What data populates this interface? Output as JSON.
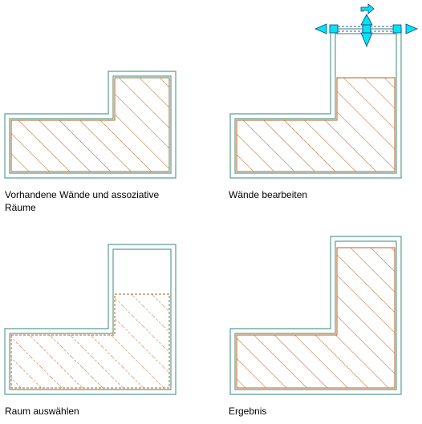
{
  "colors": {
    "wall": "#5a9e94",
    "hatch": "#b8621e",
    "grip": "#00e5ee",
    "grip_stroke": "#1a3a8c",
    "background": "#ffffff"
  },
  "panels": [
    {
      "caption": "Vorhandene Wände und assoziative\nRäume"
    },
    {
      "caption": "Wände bearbeiten"
    },
    {
      "caption": "Raum auswählen"
    },
    {
      "caption": "Ergebnis"
    }
  ]
}
